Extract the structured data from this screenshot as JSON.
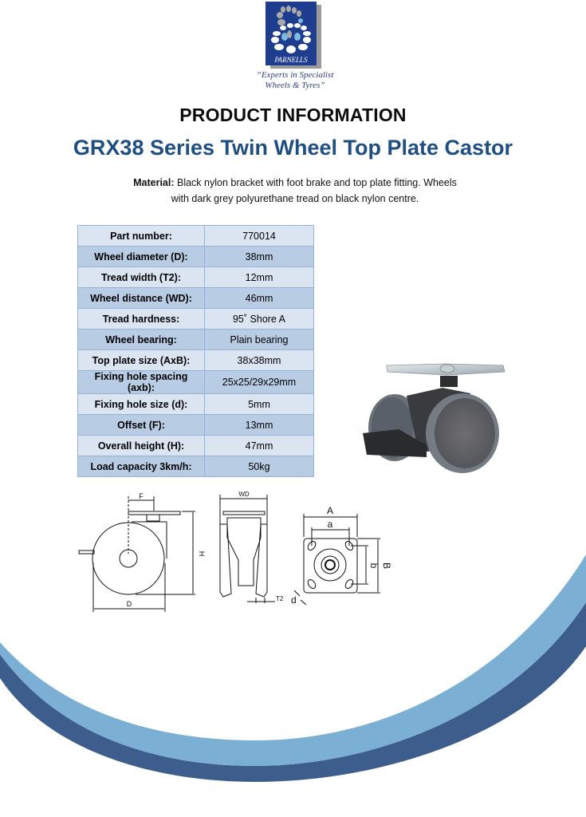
{
  "brand": {
    "name": "PARNELLS",
    "tagline_line1": "“Experts in Specialist",
    "tagline_line2": "Wheels & Tyres”",
    "colors": {
      "logo_bg": "#1e3d8f",
      "title_blue": "#1f4e82"
    }
  },
  "header": {
    "heading": "PRODUCT INFORMATION",
    "product_title": "GRX38 Series Twin Wheel Top Plate Castor"
  },
  "material": {
    "label": "Material:",
    "text_line1": " Black nylon bracket with foot brake and top plate fitting. Wheels",
    "text_line2": "with dark grey polyurethane tread on black nylon centre."
  },
  "specs": [
    {
      "label": "Part number:",
      "value": "770014"
    },
    {
      "label": "Wheel diameter (D):",
      "value": "38mm"
    },
    {
      "label": "Tread width (T2):",
      "value": "12mm"
    },
    {
      "label": "Wheel distance (WD):",
      "value": "46mm"
    },
    {
      "label": "Tread hardness:",
      "value": "95˚ Shore A"
    },
    {
      "label": "Wheel bearing:",
      "value": "Plain bearing"
    },
    {
      "label": "Top plate size (AxB):",
      "value": "38x38mm"
    },
    {
      "label": "Fixing hole spacing (axb):",
      "value": "25x25/29x29mm"
    },
    {
      "label": "Fixing hole size (d):",
      "value": "5mm"
    },
    {
      "label": "Offset (F):",
      "value": "13mm"
    },
    {
      "label": "Overall height (H):",
      "value": "47mm"
    },
    {
      "label": "Load capacity 3km/h:",
      "value": "50kg"
    }
  ],
  "diagrams": {
    "side": {
      "label_F": "F",
      "label_H": "H",
      "label_D": "D"
    },
    "front": {
      "label_WD": "WD",
      "label_T2": "T2"
    },
    "plate": {
      "label_A": "A",
      "label_a": "a",
      "label_B": "B",
      "label_b": "b",
      "label_d": "d"
    }
  },
  "decor": {
    "curve_light": "#7bafd4",
    "curve_dark": "#3d5e8c"
  }
}
